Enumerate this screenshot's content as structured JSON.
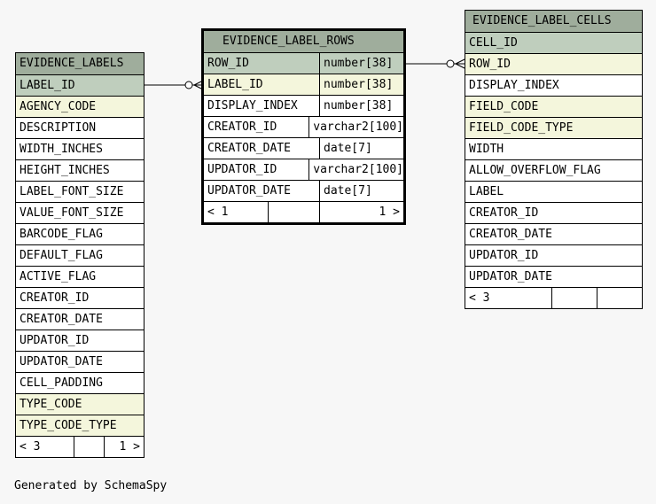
{
  "tables": {
    "evidence_labels": {
      "title": "EVIDENCE_LABELS",
      "columns": [
        {
          "name": "LABEL_ID",
          "kind": "pk"
        },
        {
          "name": "AGENCY_CODE",
          "kind": "fk"
        },
        {
          "name": "DESCRIPTION",
          "kind": ""
        },
        {
          "name": "WIDTH_INCHES",
          "kind": ""
        },
        {
          "name": "HEIGHT_INCHES",
          "kind": ""
        },
        {
          "name": "LABEL_FONT_SIZE",
          "kind": ""
        },
        {
          "name": "VALUE_FONT_SIZE",
          "kind": ""
        },
        {
          "name": "BARCODE_FLAG",
          "kind": ""
        },
        {
          "name": "DEFAULT_FLAG",
          "kind": ""
        },
        {
          "name": "ACTIVE_FLAG",
          "kind": ""
        },
        {
          "name": "CREATOR_ID",
          "kind": ""
        },
        {
          "name": "CREATOR_DATE",
          "kind": ""
        },
        {
          "name": "UPDATOR_ID",
          "kind": ""
        },
        {
          "name": "UPDATOR_DATE",
          "kind": ""
        },
        {
          "name": "CELL_PADDING",
          "kind": ""
        },
        {
          "name": "TYPE_CODE",
          "kind": "fk"
        },
        {
          "name": "TYPE_CODE_TYPE",
          "kind": "fk"
        }
      ],
      "footer": {
        "parents": "< 3",
        "children": "1 >"
      }
    },
    "evidence_label_rows": {
      "title": "EVIDENCE_LABEL_ROWS",
      "columns": [
        {
          "name": "ROW_ID",
          "type": "number[38]",
          "kind": "pk"
        },
        {
          "name": "LABEL_ID",
          "type": "number[38]",
          "kind": "fk"
        },
        {
          "name": "DISPLAY_INDEX",
          "type": "number[38]",
          "kind": ""
        },
        {
          "name": "CREATOR_ID",
          "type": "varchar2[100]",
          "kind": ""
        },
        {
          "name": "CREATOR_DATE",
          "type": "date[7]",
          "kind": ""
        },
        {
          "name": "UPDATOR_ID",
          "type": "varchar2[100]",
          "kind": ""
        },
        {
          "name": "UPDATOR_DATE",
          "type": "date[7]",
          "kind": ""
        }
      ],
      "footer": {
        "parents": "< 1",
        "children": "1 >"
      }
    },
    "evidence_label_cells": {
      "title": "EVIDENCE_LABEL_CELLS",
      "columns": [
        {
          "name": "CELL_ID",
          "kind": "pk"
        },
        {
          "name": "ROW_ID",
          "kind": "fk"
        },
        {
          "name": "DISPLAY_INDEX",
          "kind": ""
        },
        {
          "name": "FIELD_CODE",
          "kind": "fk"
        },
        {
          "name": "FIELD_CODE_TYPE",
          "kind": "fk"
        },
        {
          "name": "WIDTH",
          "kind": ""
        },
        {
          "name": "ALLOW_OVERFLOW_FLAG",
          "kind": ""
        },
        {
          "name": "LABEL",
          "kind": ""
        },
        {
          "name": "CREATOR_ID",
          "kind": ""
        },
        {
          "name": "CREATOR_DATE",
          "kind": ""
        },
        {
          "name": "UPDATOR_ID",
          "kind": ""
        },
        {
          "name": "UPDATOR_DATE",
          "kind": ""
        }
      ],
      "footer": {
        "parents": "< 3",
        "children": ""
      }
    }
  },
  "generated_by": "Generated by SchemaSpy",
  "colors": {
    "header": "#9fad9c",
    "primary_key": "#bfcebd",
    "foreign_key": "#f4f6dc",
    "background": "#f7f7f7"
  }
}
